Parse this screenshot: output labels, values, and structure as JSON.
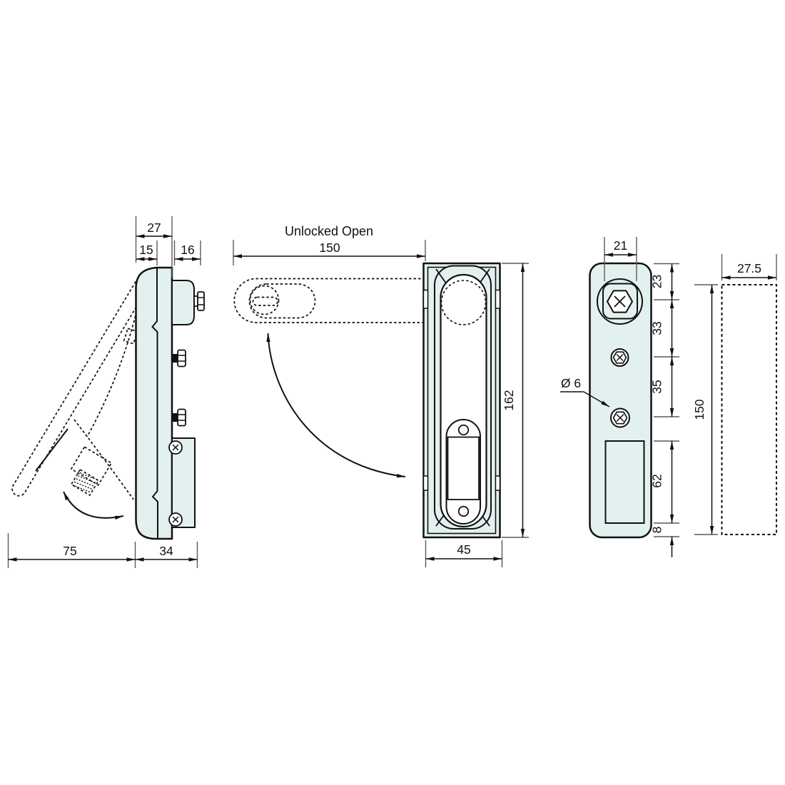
{
  "drawing": {
    "side_view": {
      "dim_overall_depth": "27",
      "dim_front_depth": "15",
      "dim_rear_depth": "16",
      "dim_handle_swing": "75",
      "dim_body_depth": "34"
    },
    "front_view": {
      "open_label": "Unlocked Open",
      "dim_open_length": "150",
      "dim_height": "162",
      "dim_width": "45"
    },
    "rear_view": {
      "dim_boss_width": "21",
      "dim_top_to_spindle": "23",
      "dim_spindle_to_screw": "33",
      "dim_screw_to_hole": "35",
      "hole_diameter_label": "Ø 6",
      "dim_cutout_height": "62",
      "dim_bottom_margin": "8"
    },
    "panel_cutout": {
      "dim_width": "27.5",
      "dim_height": "150"
    },
    "colors": {
      "part_fill": "#e2f1ef",
      "outline": "#111111",
      "dim_line": "#111111",
      "ext_line": "#5a5a5a",
      "background": "#ffffff"
    }
  }
}
